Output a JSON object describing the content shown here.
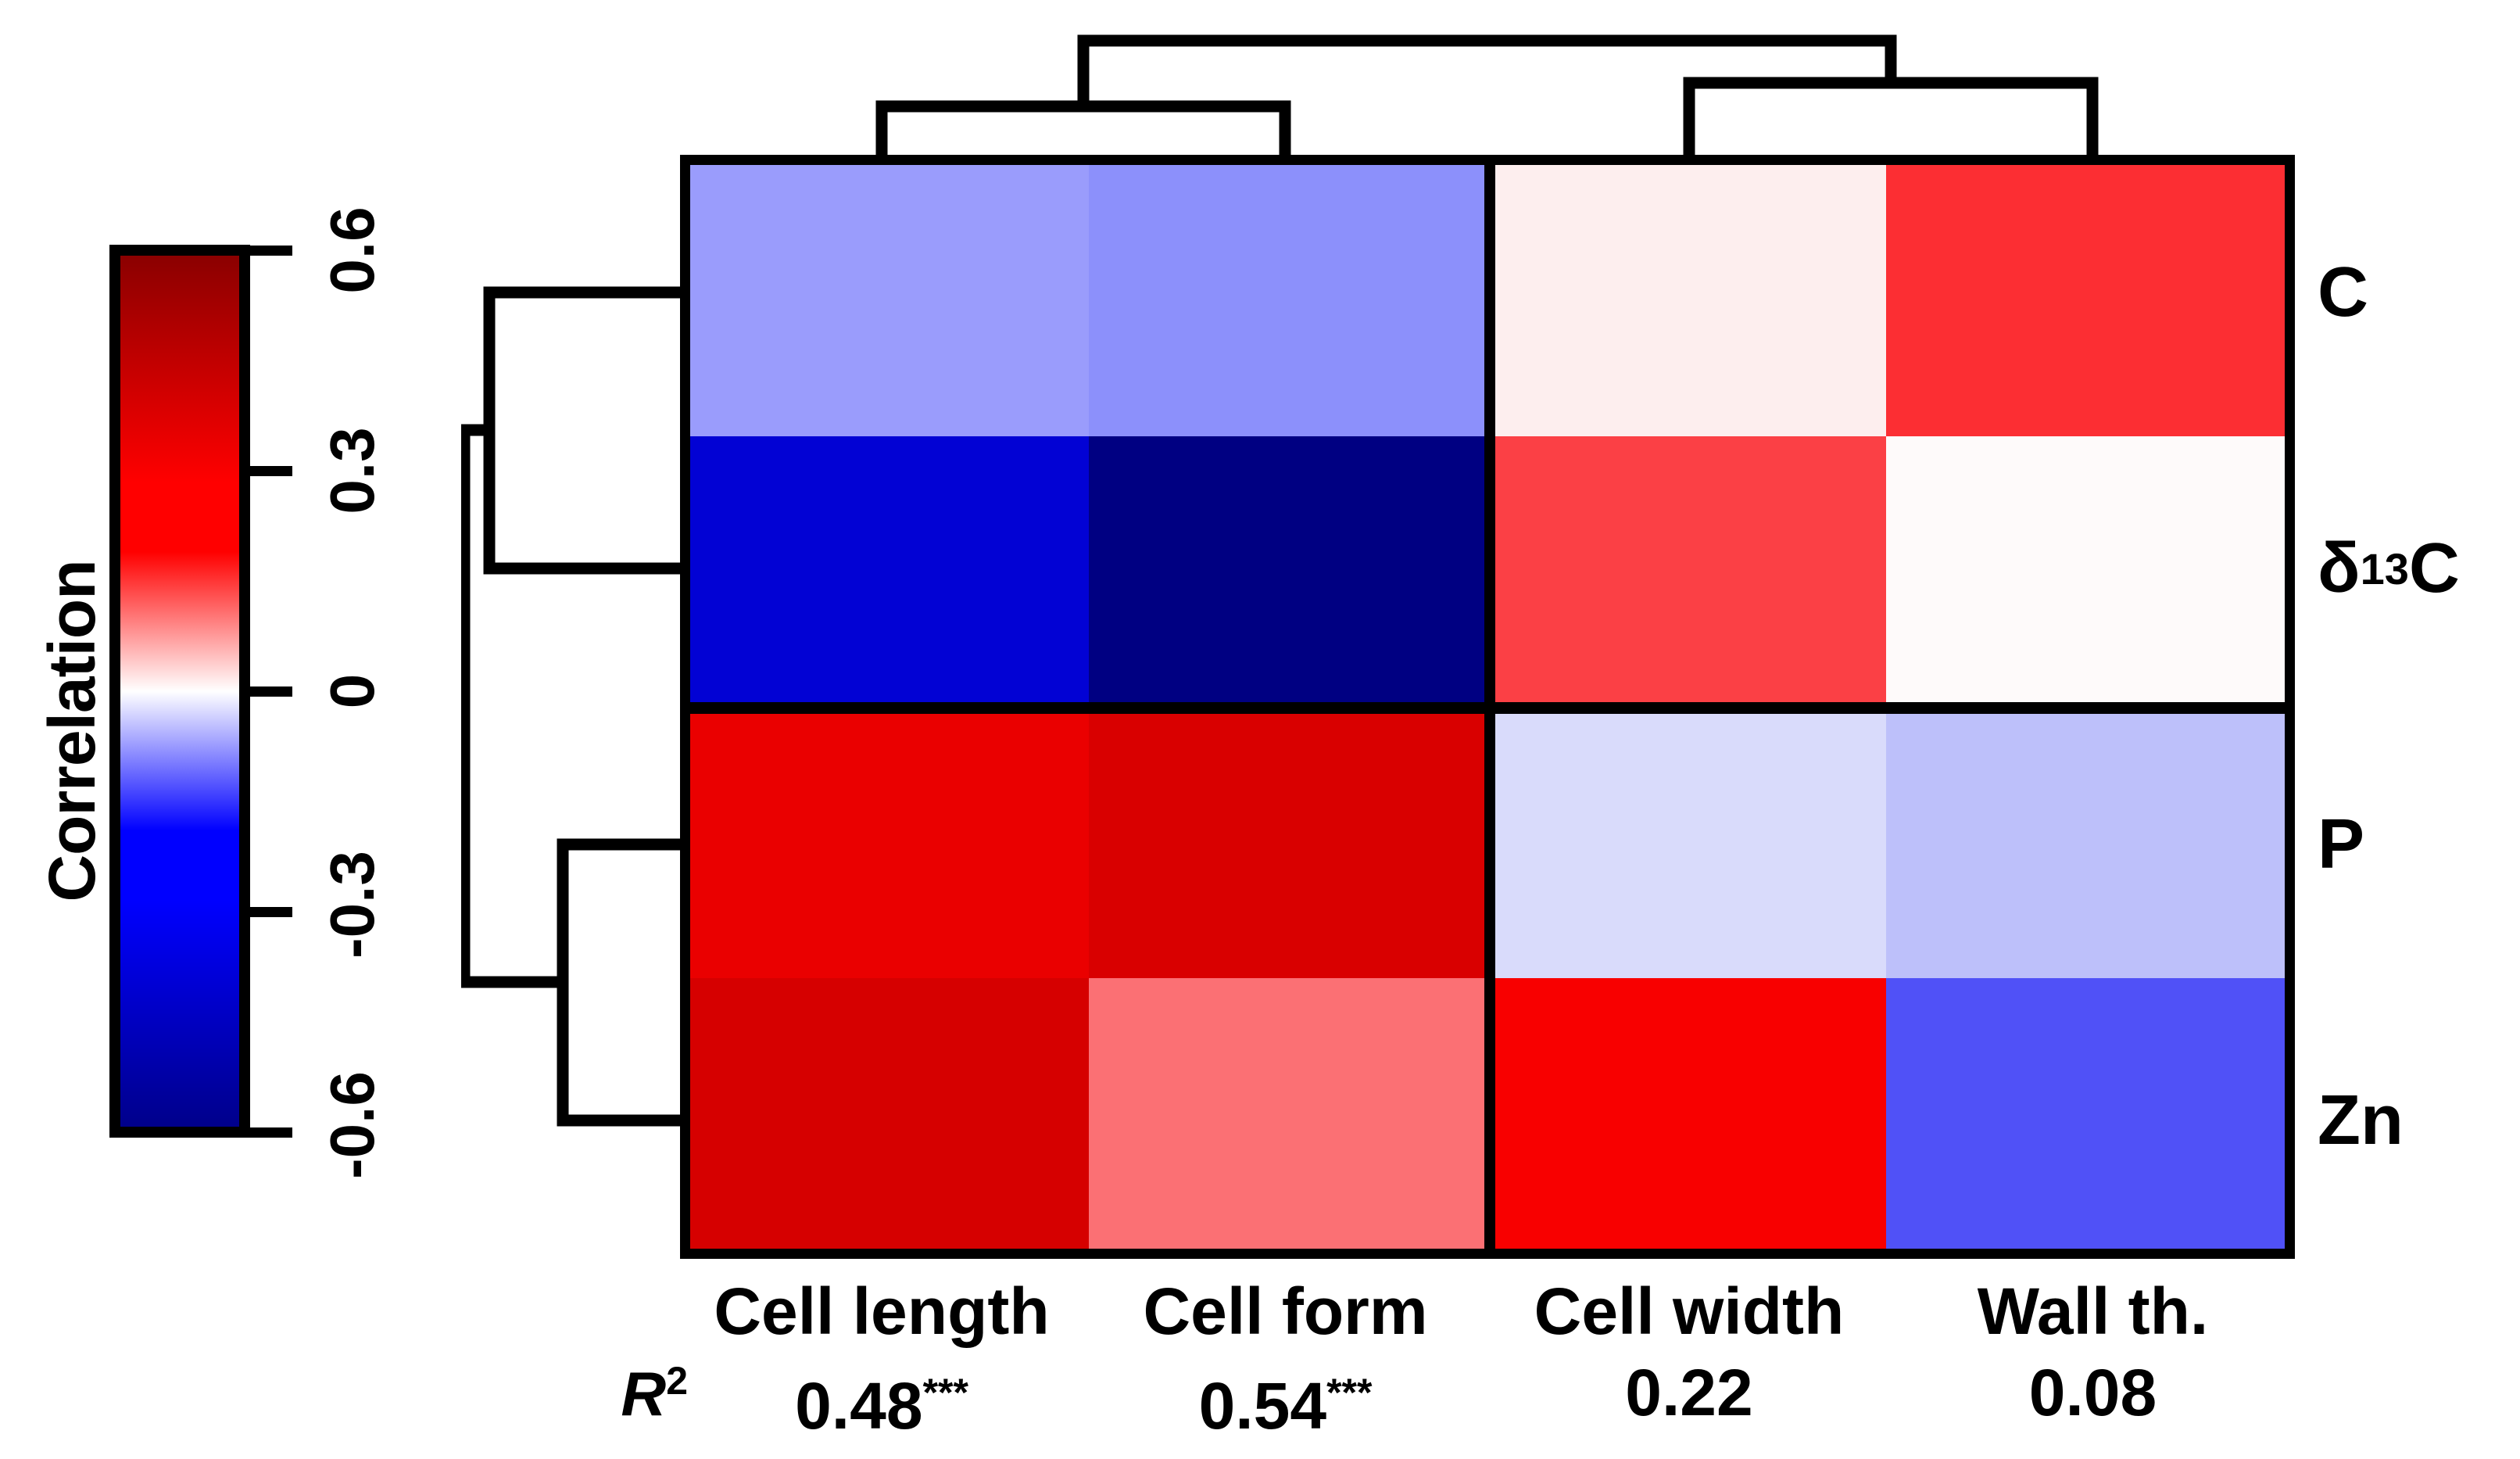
{
  "chart_data": {
    "type": "heatmap",
    "title": "",
    "colorbar": {
      "label": "Correlation",
      "ticks": [
        "0.6",
        "0.3",
        "0",
        "-0.3",
        "-0.6"
      ],
      "tick_values": [
        0.6,
        0.3,
        0,
        -0.3,
        -0.6
      ],
      "vmin": -0.6,
      "vmax": 0.6,
      "colors": {
        "max": "#8b0000",
        "high": "#ff0000",
        "mid": "#ffffff",
        "low": "#0000ff",
        "min": "#00008b"
      }
    },
    "columns": [
      "Cell length",
      "Cell form",
      "Cell width",
      "Wall th."
    ],
    "rows": [
      "C",
      "δ¹³C",
      "P",
      "Zn"
    ],
    "r2_label": "R",
    "r2_superscript": "2",
    "r2_values": [
      "0.48",
      "0.54",
      "0.22",
      "0.08"
    ],
    "r2_significance": [
      "***",
      "***",
      "",
      ""
    ],
    "values": [
      [
        -0.28,
        -0.31,
        0.03,
        0.42
      ],
      [
        -0.52,
        -0.6,
        0.38,
        0.01
      ],
      [
        0.51,
        0.53,
        -0.12,
        -0.18
      ],
      [
        0.53,
        0.33,
        0.47,
        -0.37
      ]
    ],
    "cell_colors": [
      [
        "#9a9cfc",
        "#8c90fb",
        "#fdeeee",
        "#fc2e33"
      ],
      [
        "#0202d4",
        "#000082",
        "#fb4045",
        "#fefafa"
      ],
      [
        "#ea0000",
        "#d90000",
        "#d9dbfb",
        "#bdc0fa"
      ],
      [
        "#d60000",
        "#fb7074",
        "#f80000",
        "#5051f7"
      ]
    ],
    "row_dendrogram": {
      "leaves": [
        "C",
        "δ¹³C",
        "P",
        "Zn"
      ],
      "merges": [
        {
          "pair": [
            "P",
            "Zn"
          ],
          "height": 0.35
        },
        {
          "pair": [
            "C",
            "δ¹³C"
          ],
          "height": 0.62
        },
        {
          "pair": [
            "C+δ¹³C",
            "P+Zn"
          ],
          "height": 0.72
        }
      ]
    },
    "col_dendrogram": {
      "leaves": [
        "Cell length",
        "Cell form",
        "Cell width",
        "Wall th."
      ],
      "merges": [
        {
          "pair": [
            "Cell length",
            "Cell form"
          ],
          "height": 0.33
        },
        {
          "pair": [
            "Cell width",
            "Wall th."
          ],
          "height": 0.52
        },
        {
          "pair": [
            "Cell length+Cell form",
            "Cell width+Wall th."
          ],
          "height": 0.8
        }
      ]
    },
    "grid": false,
    "legend_position": "left"
  },
  "colorbar": {
    "label": "Correlation",
    "ticks": [
      {
        "text": "0.6"
      },
      {
        "text": "0.3"
      },
      {
        "text": "0"
      },
      {
        "text": "-0.3"
      },
      {
        "text": "-0.6"
      }
    ]
  },
  "heatmap": {
    "rows": [
      {
        "label": "C",
        "sup": "",
        "pre": "",
        "cells": [
          "#9a9cfc",
          "#8c90fb",
          "#fdeeee",
          "#fc2e33"
        ]
      },
      {
        "label": "C",
        "sup": "13",
        "pre": "δ",
        "cells": [
          "#0202d4",
          "#000082",
          "#fb4045",
          "#fefafa"
        ]
      },
      {
        "label": "P",
        "sup": "",
        "pre": "",
        "cells": [
          "#ea0000",
          "#d90000",
          "#d9dbfb",
          "#bdc0fa"
        ]
      },
      {
        "label": "Zn",
        "sup": "",
        "pre": "",
        "cells": [
          "#d60000",
          "#fb7074",
          "#f80000",
          "#5051f7"
        ]
      }
    ],
    "columns": [
      {
        "name": "Cell length",
        "r2": "0.48",
        "sig": "***"
      },
      {
        "name": "Cell form",
        "r2": "0.54",
        "sig": "***"
      },
      {
        "name": "Cell width",
        "r2": "0.22",
        "sig": ""
      },
      {
        "name": "Wall th.",
        "r2": "0.08",
        "sig": ""
      }
    ],
    "r2_axis": {
      "symbol": "R",
      "sup": "2"
    }
  }
}
